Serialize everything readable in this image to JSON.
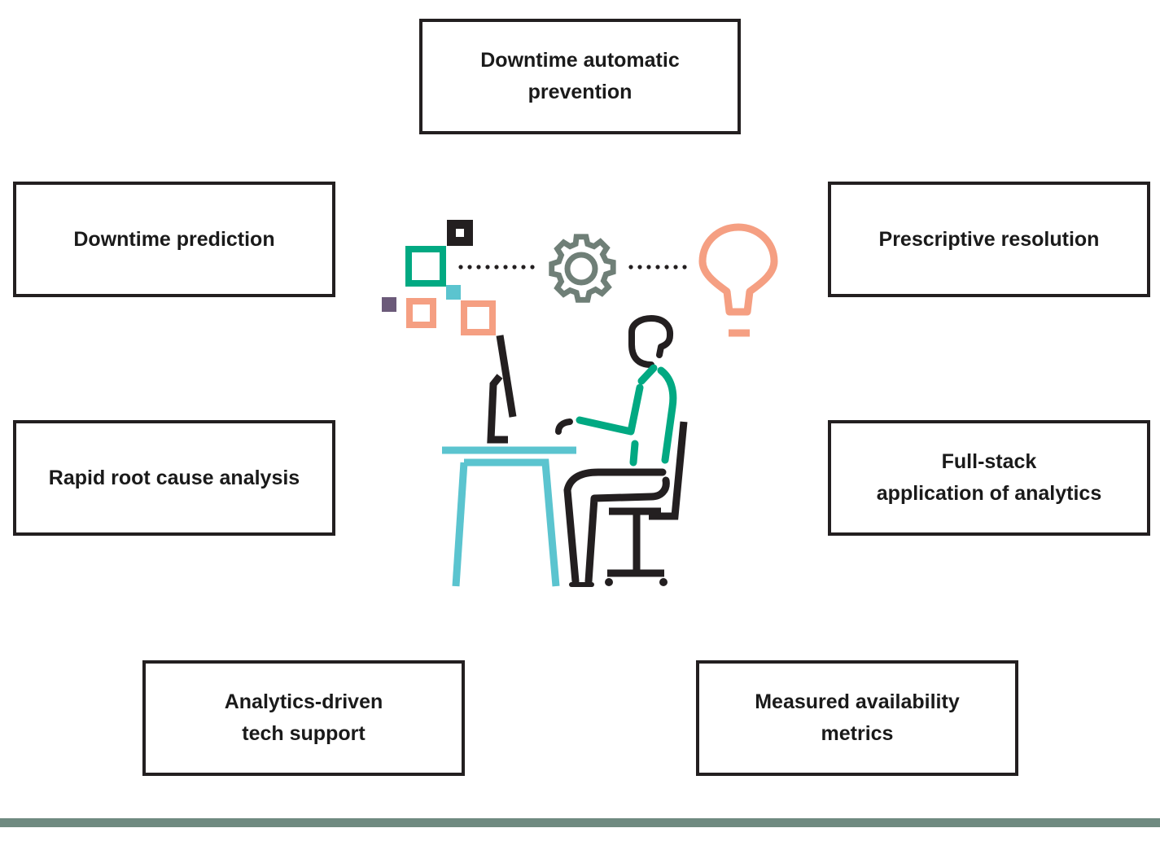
{
  "boxes": {
    "top": "Downtime automatic\nprevention",
    "left_1": "Downtime prediction",
    "right_1": "Prescriptive resolution",
    "left_2": "Rapid root cause analysis",
    "right_2": "Full-stack\napplication of analytics",
    "bottom_left": "Analytics-driven\ntech support",
    "bottom_right": "Measured availability\nmetrics"
  },
  "illustration": {
    "icons": [
      "data-squares-icon",
      "gear-icon",
      "lightbulb-icon",
      "person-at-computer-icon"
    ],
    "colors": {
      "dark": "#231f20",
      "green": "#01a982",
      "teal": "#5bc4cf",
      "salmon": "#f59f82",
      "purple": "#6b5a79",
      "gear": "#6f7f77"
    }
  },
  "footer": {
    "bar_color": "#6f8a80"
  }
}
